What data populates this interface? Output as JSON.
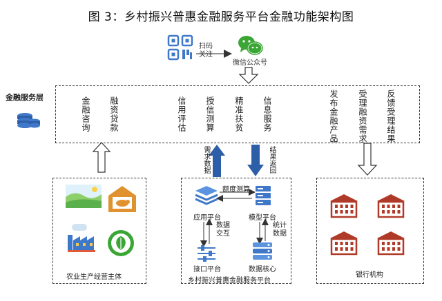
{
  "title": "图 3：乡村振兴普惠金融服务平台金融功能架构图",
  "top": {
    "scan_label_1": "扫码",
    "scan_label_2": "关注",
    "wechat_label": "微信公众号"
  },
  "layer_label": "金融服务层",
  "services": [
    "金融咨询",
    "融资贷款",
    "信用评估",
    "授信测算",
    "精准扶贫",
    "信息服务",
    "发布金融产品",
    "受理融资需求",
    "反馈受理结果"
  ],
  "arrows": {
    "up_label": "需求数据",
    "down_label": "结果返回"
  },
  "left_panel": {
    "caption": "农业生产经营主体"
  },
  "center_panel": {
    "caption": "乡村振兴普惠金融服务平台",
    "credit_calc": "额度测算",
    "app_platform": "应用平台",
    "model_platform": "模型平台",
    "data_exchange": "数据交互",
    "stats_data": "统计数据",
    "interface_platform": "接口平台",
    "data_core": "数据核心"
  },
  "right_panel": {
    "caption": "银行机构"
  },
  "colors": {
    "blue": "#3f78c8",
    "dark_blue": "#2d5fa8",
    "bank_red": "#b03a28",
    "accent_green": "#3aa635"
  }
}
